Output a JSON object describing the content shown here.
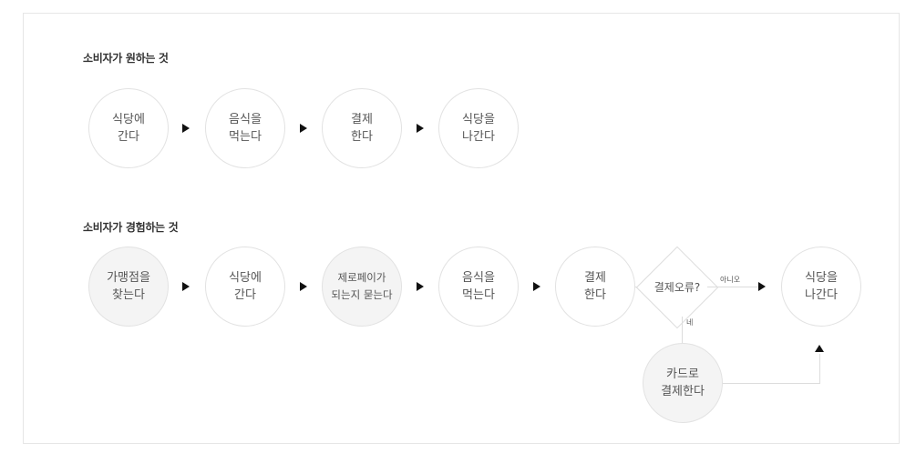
{
  "sections": {
    "desired": {
      "title": "소비자가 원하는 것",
      "steps": [
        "식당에\n간다",
        "음식을\n먹는다",
        "결제\n한다",
        "식당을\n나간다"
      ]
    },
    "experienced": {
      "title": "소비자가 경험하는 것",
      "steps": [
        "가맹점을\n찾는다",
        "식당에\n간다",
        "제로페이가\n되는지 묻는다",
        "음식을\n먹는다",
        "결제\n한다"
      ],
      "decision": "결제오류?",
      "no_label": "아니오",
      "yes_label": "네",
      "exit_step": "식당을\n나간다",
      "card_step": "카드로\n결제한다"
    }
  },
  "colors": {
    "node_border": "#e2e2e2",
    "shaded_node_fill": "#f4f4f4",
    "arrow": "#111111"
  }
}
